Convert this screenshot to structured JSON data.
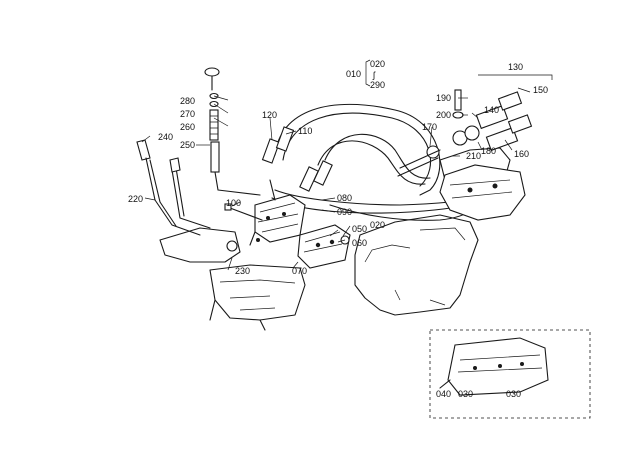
{
  "callouts": [
    {
      "id": "c010",
      "text": "010"
    },
    {
      "id": "c020a",
      "text": "020"
    },
    {
      "id": "c290",
      "text": "290"
    },
    {
      "id": "c130",
      "text": "130"
    },
    {
      "id": "c140",
      "text": "140"
    },
    {
      "id": "c150",
      "text": "150"
    },
    {
      "id": "c190",
      "text": "190"
    },
    {
      "id": "c200",
      "text": "200"
    },
    {
      "id": "c170",
      "text": "170"
    },
    {
      "id": "c210",
      "text": "210"
    },
    {
      "id": "c180",
      "text": "180"
    },
    {
      "id": "c160",
      "text": "160"
    },
    {
      "id": "c280",
      "text": "280"
    },
    {
      "id": "c270",
      "text": "270"
    },
    {
      "id": "c260",
      "text": "260"
    },
    {
      "id": "c250",
      "text": "250"
    },
    {
      "id": "c240",
      "text": "240"
    },
    {
      "id": "c220",
      "text": "220"
    },
    {
      "id": "c120",
      "text": "120"
    },
    {
      "id": "c110",
      "text": "110"
    },
    {
      "id": "c100",
      "text": "100"
    },
    {
      "id": "c080",
      "text": "080"
    },
    {
      "id": "c090",
      "text": "090"
    },
    {
      "id": "c020b",
      "text": "020"
    },
    {
      "id": "c050",
      "text": "050"
    },
    {
      "id": "c060",
      "text": "060"
    },
    {
      "id": "c230",
      "text": "230"
    },
    {
      "id": "c070",
      "text": "070"
    },
    {
      "id": "c040",
      "text": "040"
    },
    {
      "id": "c030a",
      "text": "030"
    },
    {
      "id": "c030b",
      "text": "030"
    }
  ]
}
